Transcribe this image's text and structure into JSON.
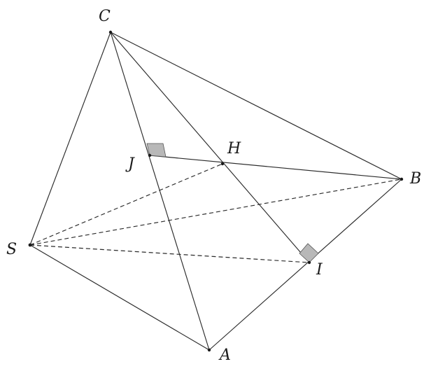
{
  "diagram": {
    "labels": {
      "C": "C",
      "H": "H",
      "J": "J",
      "B": "B",
      "S": "S",
      "I": "I",
      "A": "A"
    }
  }
}
